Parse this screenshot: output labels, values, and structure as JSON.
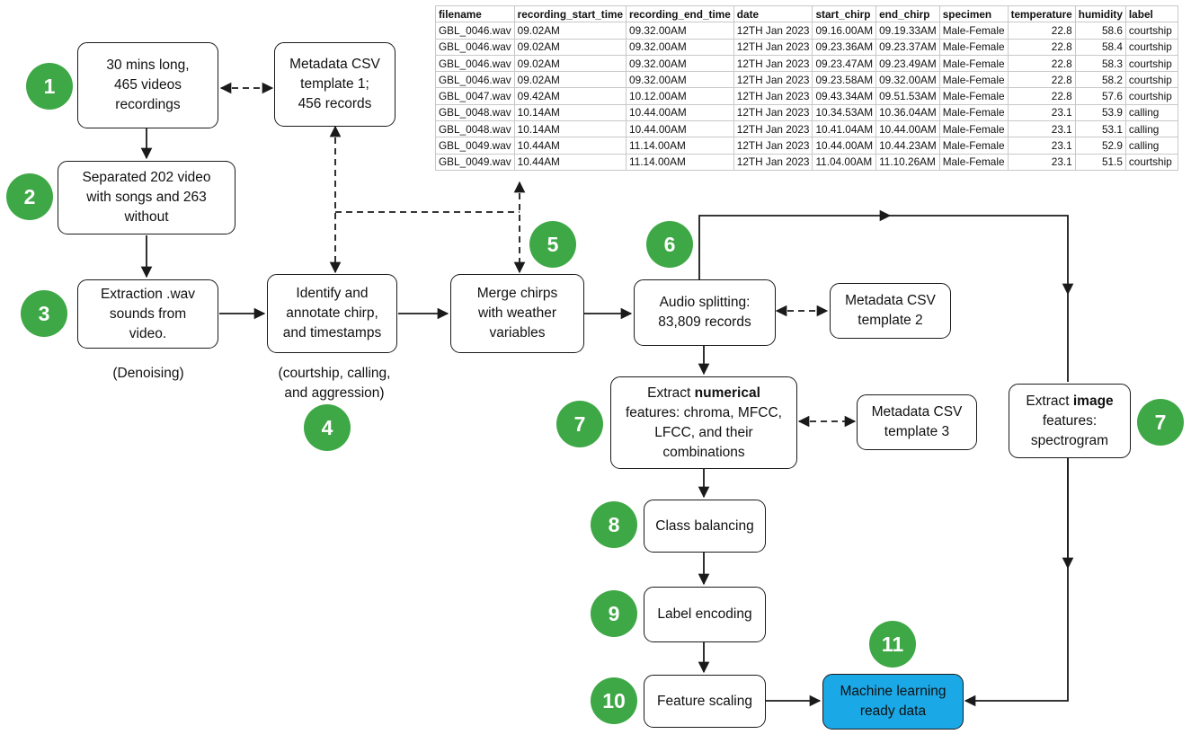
{
  "badges": [
    "1",
    "2",
    "3",
    "4",
    "5",
    "6",
    "7",
    "8",
    "9",
    "10",
    "11",
    "7"
  ],
  "steps": {
    "videos": [
      "30 mins long,",
      "465 videos",
      "recordings"
    ],
    "separated": [
      "Separated 202 video",
      "with songs and 263",
      "without"
    ],
    "extraction": [
      "Extraction .wav",
      "sounds from",
      "video."
    ],
    "identify": [
      "Identify and",
      "annotate chirp,",
      "and timestamps"
    ],
    "merge": [
      "Merge chirps",
      "with weather",
      "variables"
    ],
    "audio": [
      "Audio splitting:",
      "83,809 records"
    ],
    "numerical": {
      "pre": "Extract ",
      "bold": "numerical",
      "rest": [
        "features: chroma, MFCC,",
        "LFCC, and their",
        "combinations"
      ]
    },
    "image": {
      "pre": "Extract ",
      "bold": "image",
      "rest": [
        "features:",
        "spectrogram"
      ]
    },
    "balancing": "Class balancing",
    "encoding": "Label encoding",
    "scaling": "Feature scaling",
    "ml": [
      "Machine learning",
      "ready data"
    ]
  },
  "metadata": {
    "t1": [
      "Metadata CSV",
      "template 1;",
      "456 records"
    ],
    "t2": [
      "Metadata CSV",
      "template 2"
    ],
    "t3": [
      "Metadata CSV",
      "template 3"
    ]
  },
  "notes": {
    "denoising": "(Denoising)",
    "annotation": [
      "(courtship, calling,",
      "and aggression)"
    ]
  },
  "table": {
    "headers": [
      "filename",
      "recording_start_time",
      "recording_end_time",
      "date",
      "start_chirp",
      "end_chirp",
      "specimen",
      "temperature",
      "humidity",
      "label"
    ],
    "rows": [
      [
        "GBL_0046.wav",
        "09.02AM",
        "09.32.00AM",
        "12TH Jan 2023",
        "09.16.00AM",
        "09.19.33AM",
        "Male-Female",
        "22.8",
        "58.6",
        "courtship"
      ],
      [
        "GBL_0046.wav",
        "09.02AM",
        "09.32.00AM",
        "12TH Jan 2023",
        "09.23.36AM",
        "09.23.37AM",
        "Male-Female",
        "22.8",
        "58.4",
        "courtship"
      ],
      [
        "GBL_0046.wav",
        "09.02AM",
        "09.32.00AM",
        "12TH Jan 2023",
        "09.23.47AM",
        "09.23.49AM",
        "Male-Female",
        "22.8",
        "58.3",
        "courtship"
      ],
      [
        "GBL_0046.wav",
        "09.02AM",
        "09.32.00AM",
        "12TH Jan 2023",
        "09.23.58AM",
        "09.32.00AM",
        "Male-Female",
        "22.8",
        "58.2",
        "courtship"
      ],
      [
        "GBL_0047.wav",
        "09.42AM",
        "10.12.00AM",
        "12TH Jan 2023",
        "09.43.34AM",
        "09.51.53AM",
        "Male-Female",
        "22.8",
        "57.6",
        "courtship"
      ],
      [
        "GBL_0048.wav",
        "10.14AM",
        "10.44.00AM",
        "12TH Jan 2023",
        "10.34.53AM",
        "10.36.04AM",
        "Male-Female",
        "23.1",
        "53.9",
        "calling"
      ],
      [
        "GBL_0048.wav",
        "10.14AM",
        "10.44.00AM",
        "12TH Jan 2023",
        "10.41.04AM",
        "10.44.00AM",
        "Male-Female",
        "23.1",
        "53.1",
        "calling"
      ],
      [
        "GBL_0049.wav",
        "10.44AM",
        "11.14.00AM",
        "12TH Jan 2023",
        "10.44.00AM",
        "10.44.23AM",
        "Male-Female",
        "23.1",
        "52.9",
        "calling"
      ],
      [
        "GBL_0049.wav",
        "10.44AM",
        "11.14.00AM",
        "12TH Jan 2023",
        "11.04.00AM",
        "11.10.26AM",
        "Male-Female",
        "23.1",
        "51.5",
        "courtship"
      ]
    ]
  },
  "colors": {
    "badge": "#3fa846",
    "ml_box": "#1ba8e6",
    "stroke": "#1a1a1a"
  }
}
